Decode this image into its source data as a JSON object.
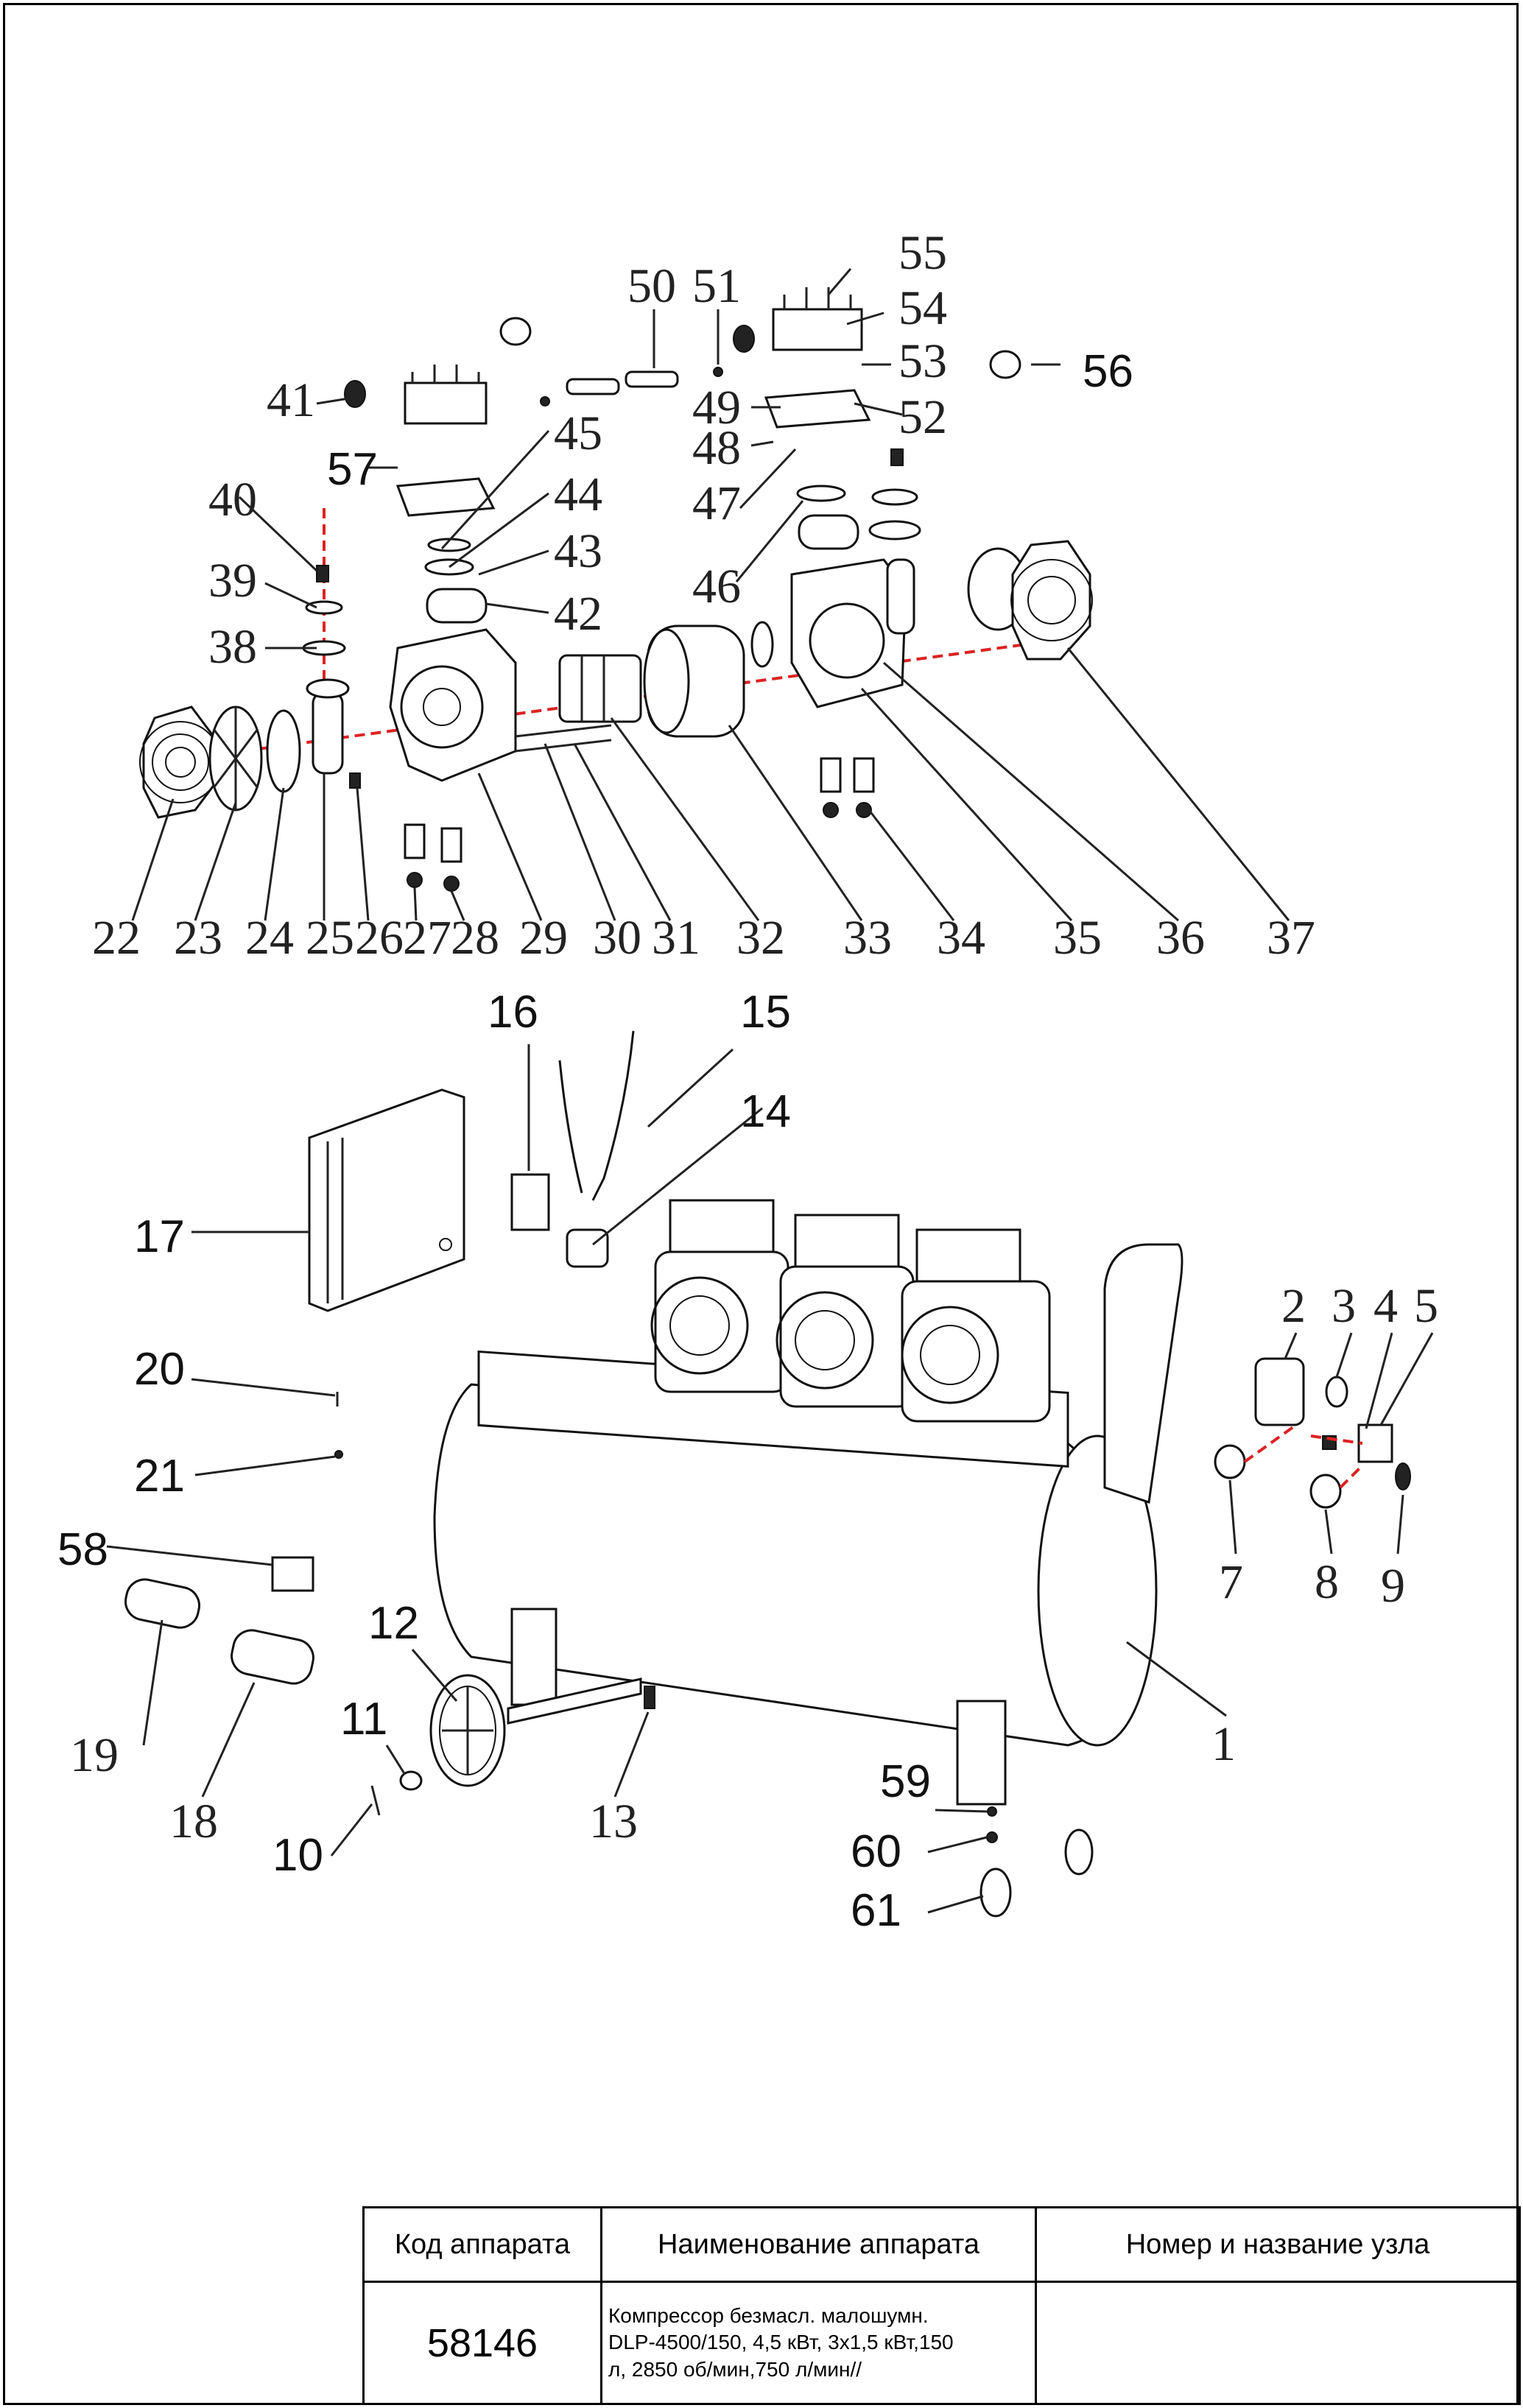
{
  "callouts": {
    "c1": "1",
    "c2": "2",
    "c3": "3",
    "c4": "4",
    "c5": "5",
    "c7": "7",
    "c8": "8",
    "c9": "9",
    "c10": "10",
    "c11": "11",
    "c12": "12",
    "c13": "13",
    "c14": "14",
    "c15": "15",
    "c16": "16",
    "c17": "17",
    "c18": "18",
    "c19": "19",
    "c20": "20",
    "c21": "21",
    "c22": "22",
    "c23": "23",
    "c24": "24",
    "c25": "25",
    "c26": "26",
    "c27": "27",
    "c28": "28",
    "c29": "29",
    "c30": "30",
    "c31": "31",
    "c32": "32",
    "c33": "33",
    "c34": "34",
    "c35": "35",
    "c36": "36",
    "c37": "37",
    "c38": "38",
    "c39": "39",
    "c40": "40",
    "c41": "41",
    "c42": "42",
    "c43": "43",
    "c44": "44",
    "c45": "45",
    "c46": "46",
    "c47": "47",
    "c48": "48",
    "c49": "49",
    "c50": "50",
    "c51": "51",
    "c52": "52",
    "c53": "53",
    "c54": "54",
    "c55": "55",
    "c56": "56",
    "c57": "57",
    "c58": "58",
    "c59": "59",
    "c60": "60",
    "c61": "61"
  },
  "title_block": {
    "header_code": "Код аппарата",
    "header_name": "Наименование аппарата",
    "header_node": "Номер и название узла",
    "code": "58146",
    "name_line1": "Компрессор   безмасл. малошумн.",
    "name_line2": "DLP-4500/150, 4,5 кВт, 3х1,5 кВт,150",
    "name_line3": "л, 2850 об/мин,750   л/мин//",
    "node": ""
  },
  "colors": {
    "axis": "#d22222",
    "ink": "#111111"
  }
}
